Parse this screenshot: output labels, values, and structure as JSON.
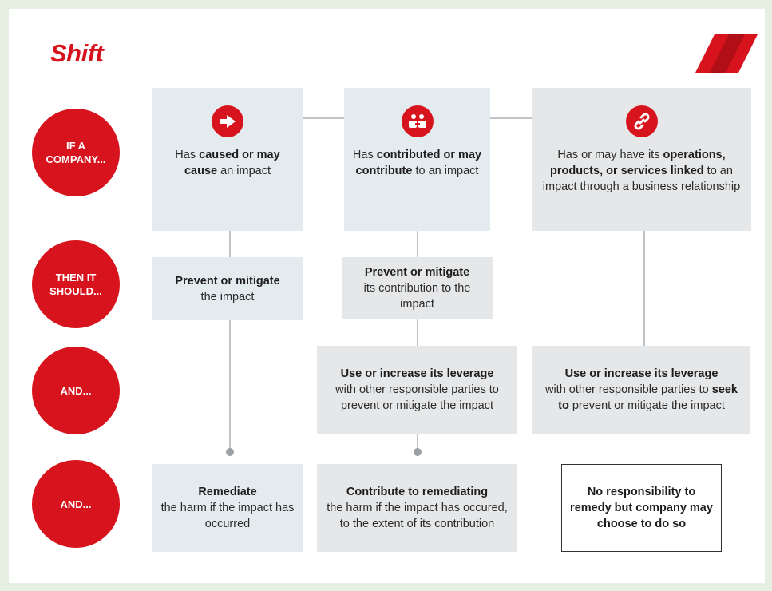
{
  "brand": {
    "logo_text": "Shift",
    "accent": "#d7141d"
  },
  "row_labels": [
    "IF A\nCOMPANY...",
    "THEN IT\nSHOULD...",
    "AND...",
    "AND..."
  ],
  "columns": [
    {
      "icon": "arrow-right-icon",
      "top": {
        "t1": "Has ",
        "b1": "caused or may cause",
        "t2": " an impact"
      },
      "should": {
        "b1": "Prevent or mitigate",
        "t1": "the impact"
      },
      "remedy": {
        "b1": "Remediate",
        "t1": "the harm if the impact has occurred"
      }
    },
    {
      "icon": "people-contribute-icon",
      "top": {
        "t1": "Has ",
        "b1": "contributed or may contribute",
        "t2": " to an impact"
      },
      "should": {
        "b1": "Prevent or mitigate",
        "t1": "its contribution to the impact"
      },
      "and": {
        "b1": "Use or increase its leverage",
        "t1": "with other responsible parties to prevent or mitigate the impact"
      },
      "remedy": {
        "b1": "Contribute to remediating",
        "t1": "the harm if the impact has occured, to the extent of its contribution"
      }
    },
    {
      "icon": "link-icon",
      "top": {
        "t1": "Has or may have its ",
        "b1": "operations, products, or services linked",
        "t2": " to an impact through a business relationship"
      },
      "and": {
        "b1": "Use or increase its leverage",
        "t1": "with other responsible parties to ",
        "b2": "seek to",
        "t2": " prevent or mitigate the impact"
      },
      "remedy": {
        "b1": "No responsibility to remedy but company may choose to do so"
      }
    }
  ]
}
